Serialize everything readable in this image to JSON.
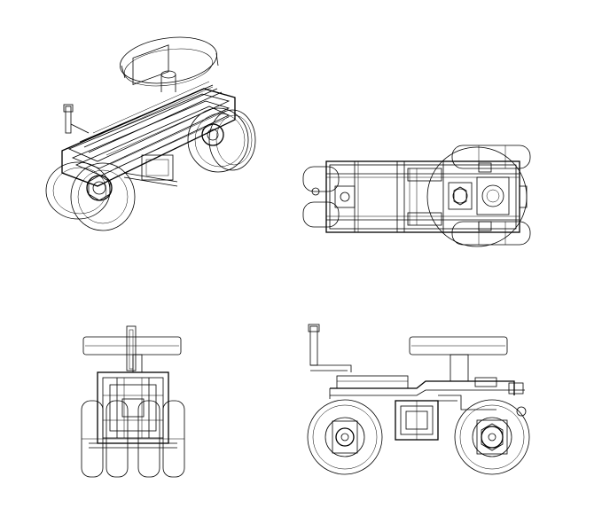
{
  "drawing": {
    "views": [
      {
        "id": "isometric-view"
      },
      {
        "id": "top-view"
      },
      {
        "id": "front-view"
      },
      {
        "id": "side-view"
      }
    ],
    "line_color": "#000000",
    "background": "#ffffff"
  }
}
